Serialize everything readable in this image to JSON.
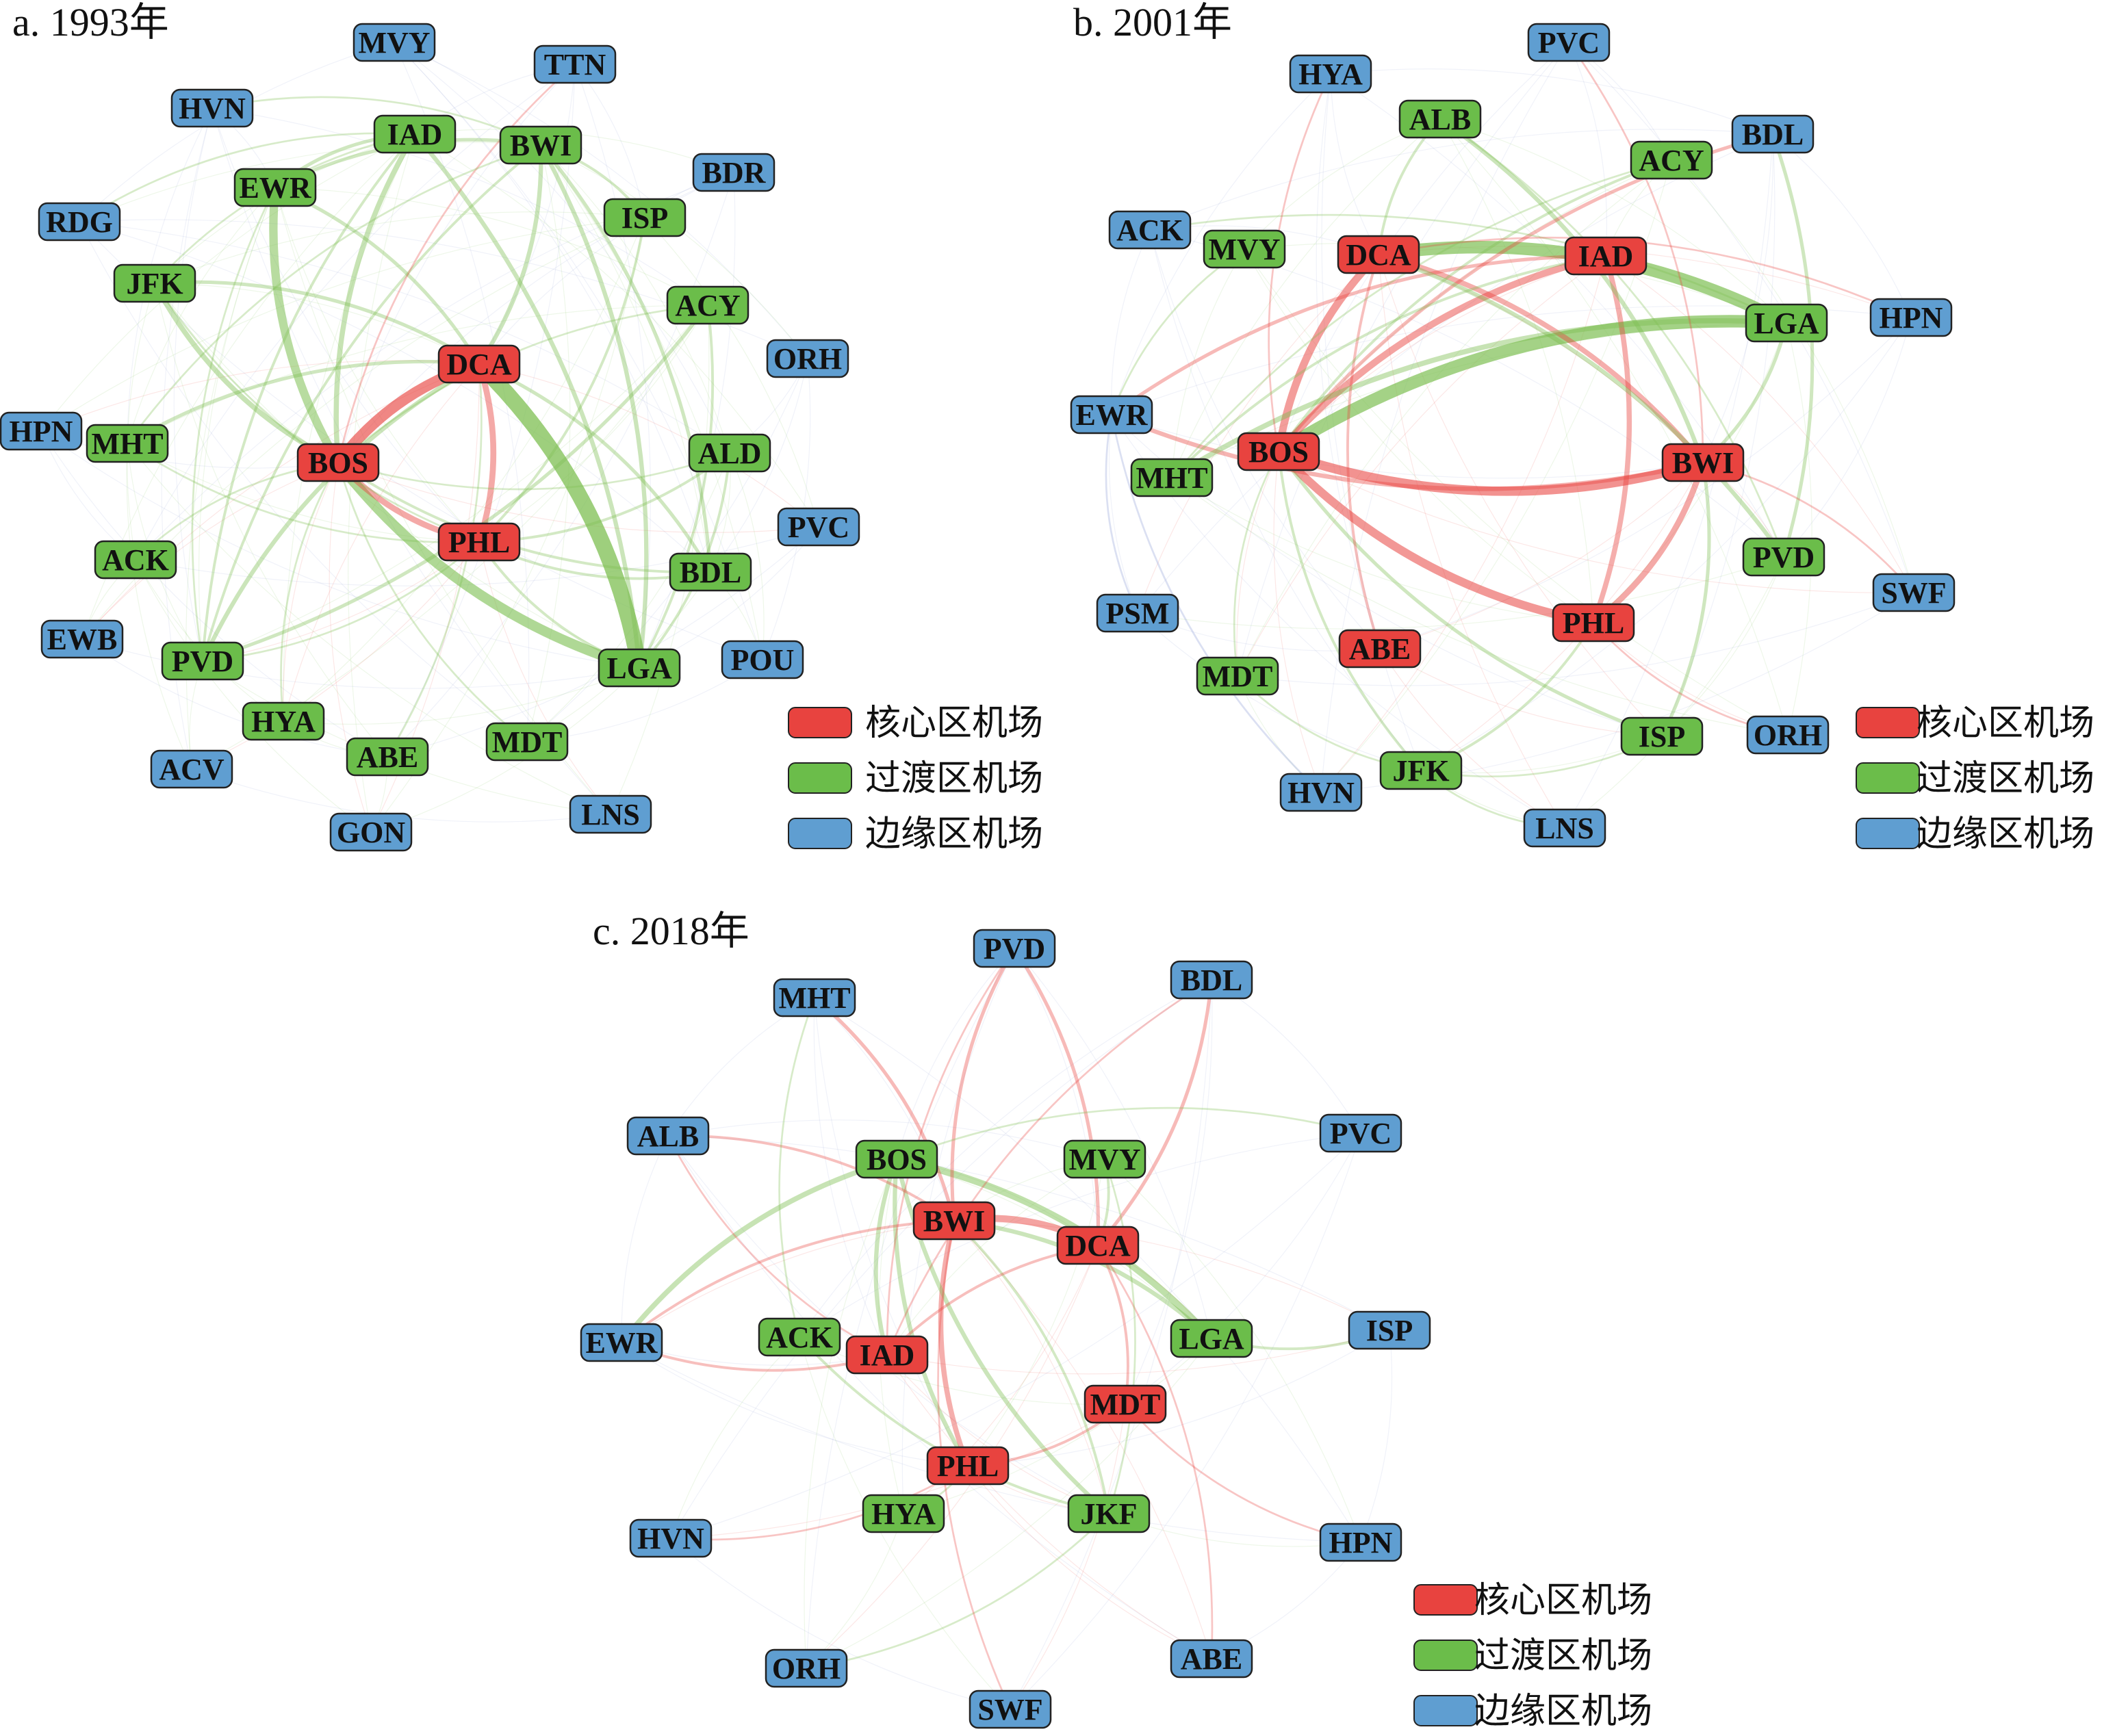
{
  "colors": {
    "core": "#e8433f",
    "transition": "#6bbd4a",
    "edge": "#5f9ed1",
    "edge_core": "#e8433f",
    "edge_transition": "#7dbf52",
    "edge_edge": "#8a9bd4"
  },
  "legend": {
    "core": "核心区机场",
    "transition": "过渡区机场",
    "edge": "边缘区机场"
  },
  "panels": [
    {
      "title": "a. 1993年",
      "nodes": [
        {
          "id": "MVY",
          "group": "edge"
        },
        {
          "id": "TTN",
          "group": "edge"
        },
        {
          "id": "HVN",
          "group": "edge"
        },
        {
          "id": "IAD",
          "group": "transition"
        },
        {
          "id": "BWI",
          "group": "transition"
        },
        {
          "id": "BDR",
          "group": "edge"
        },
        {
          "id": "EWR",
          "group": "transition"
        },
        {
          "id": "ISP",
          "group": "transition"
        },
        {
          "id": "RDG",
          "group": "edge"
        },
        {
          "id": "JFK",
          "group": "transition"
        },
        {
          "id": "ACY",
          "group": "transition"
        },
        {
          "id": "DCA",
          "group": "core"
        },
        {
          "id": "ORH",
          "group": "edge"
        },
        {
          "id": "HPN",
          "group": "edge"
        },
        {
          "id": "MHT",
          "group": "transition"
        },
        {
          "id": "BOS",
          "group": "core"
        },
        {
          "id": "ALD",
          "group": "transition"
        },
        {
          "id": "PVC",
          "group": "edge"
        },
        {
          "id": "PHL",
          "group": "core"
        },
        {
          "id": "ACK",
          "group": "transition"
        },
        {
          "id": "BDL",
          "group": "transition"
        },
        {
          "id": "EWB",
          "group": "edge"
        },
        {
          "id": "PVD",
          "group": "transition"
        },
        {
          "id": "LGA",
          "group": "transition"
        },
        {
          "id": "POU",
          "group": "edge"
        },
        {
          "id": "HYA",
          "group": "transition"
        },
        {
          "id": "ACV",
          "group": "edge"
        },
        {
          "id": "ABE",
          "group": "transition"
        },
        {
          "id": "MDT",
          "group": "transition"
        },
        {
          "id": "GON",
          "group": "edge"
        },
        {
          "id": "LNS",
          "group": "edge"
        }
      ],
      "edges": [
        [
          "DCA",
          "LGA",
          18
        ],
        [
          "BOS",
          "DCA",
          12
        ],
        [
          "BOS",
          "LGA",
          11
        ],
        [
          "EWR",
          "BOS",
          9
        ],
        [
          "BOS",
          "PHL",
          6
        ],
        [
          "DCA",
          "PHL",
          6
        ],
        [
          "JFK",
          "BOS",
          5
        ],
        [
          "IAD",
          "BOS",
          5
        ],
        [
          "BWI",
          "DCA",
          4
        ],
        [
          "IAD",
          "LGA",
          4
        ],
        [
          "BWI",
          "LGA",
          4
        ],
        [
          "PVD",
          "DCA",
          4
        ],
        [
          "PVD",
          "ACY",
          3
        ],
        [
          "EWR",
          "DCA",
          3
        ],
        [
          "BDL",
          "DCA",
          3
        ],
        [
          "EWR",
          "IAD",
          3
        ],
        [
          "BWI",
          "BDL",
          3
        ],
        [
          "JFK",
          "DCA",
          3
        ],
        [
          "MHT",
          "DCA",
          3
        ],
        [
          "EWR",
          "BWI",
          3
        ],
        [
          "PHL",
          "BDL",
          2
        ],
        [
          "PHL",
          "LGA",
          2
        ],
        [
          "ALD",
          "PHL",
          2
        ],
        [
          "BOS",
          "BDL",
          2
        ],
        [
          "ISP",
          "PHL",
          2
        ],
        [
          "HVN",
          "BWI",
          1
        ],
        [
          "RDG",
          "IAD",
          1
        ],
        [
          "JFK",
          "PHL",
          1
        ],
        [
          "ACK",
          "BOS",
          1
        ],
        [
          "HYA",
          "BOS",
          1
        ],
        [
          "ABE",
          "DCA",
          1
        ],
        [
          "MDT",
          "BOS",
          1
        ],
        [
          "PVD",
          "BWI",
          2
        ],
        [
          "PVD",
          "PHL",
          1
        ],
        [
          "ISP",
          "BWI",
          2
        ],
        [
          "ACY",
          "BOS",
          1
        ],
        [
          "ALD",
          "BOS",
          1
        ],
        [
          "MHT",
          "PHL",
          1
        ],
        [
          "TTN",
          "BOS",
          1
        ],
        [
          "JFK",
          "IAD",
          1
        ],
        [
          "LGA",
          "ALD",
          2
        ],
        [
          "LGA",
          "ACY",
          2
        ],
        [
          "EWR",
          "PVD",
          1
        ],
        [
          "BWI",
          "MHT",
          1
        ],
        [
          "IAD",
          "PVD",
          2
        ]
      ]
    },
    {
      "title": "b. 2001年",
      "nodes": [
        {
          "id": "PVC",
          "group": "edge"
        },
        {
          "id": "HYA",
          "group": "edge"
        },
        {
          "id": "ALB",
          "group": "transition"
        },
        {
          "id": "BDL",
          "group": "edge"
        },
        {
          "id": "ACY",
          "group": "transition"
        },
        {
          "id": "ACK",
          "group": "edge"
        },
        {
          "id": "MVY",
          "group": "transition"
        },
        {
          "id": "DCA",
          "group": "core"
        },
        {
          "id": "IAD",
          "group": "core"
        },
        {
          "id": "HPN",
          "group": "edge"
        },
        {
          "id": "LGA",
          "group": "transition"
        },
        {
          "id": "EWR",
          "group": "edge"
        },
        {
          "id": "BOS",
          "group": "core"
        },
        {
          "id": "BWI",
          "group": "core"
        },
        {
          "id": "MHT",
          "group": "transition"
        },
        {
          "id": "PVD",
          "group": "transition"
        },
        {
          "id": "SWF",
          "group": "edge"
        },
        {
          "id": "PSM",
          "group": "edge"
        },
        {
          "id": "PHL",
          "group": "core"
        },
        {
          "id": "ABE",
          "group": "core"
        },
        {
          "id": "MDT",
          "group": "transition"
        },
        {
          "id": "ISP",
          "group": "transition"
        },
        {
          "id": "ORH",
          "group": "edge"
        },
        {
          "id": "JFK",
          "group": "transition"
        },
        {
          "id": "HVN",
          "group": "edge"
        },
        {
          "id": "LNS",
          "group": "edge"
        }
      ],
      "edges": [
        [
          "BOS",
          "LGA",
          14
        ],
        [
          "DCA",
          "LGA",
          14
        ],
        [
          "BOS",
          "BWI",
          10
        ],
        [
          "BOS",
          "PHL",
          9
        ],
        [
          "DCA",
          "BOS",
          8
        ],
        [
          "BOS",
          "IAD",
          7
        ],
        [
          "BWI",
          "PHL",
          6
        ],
        [
          "IAD",
          "PHL",
          5
        ],
        [
          "DCA",
          "BWI",
          5
        ],
        [
          "BOS",
          "ISP",
          3
        ],
        [
          "ALB",
          "BWI",
          4
        ],
        [
          "BDL",
          "PVD",
          3
        ],
        [
          "EWR",
          "BWI",
          4
        ],
        [
          "EWR",
          "IAD",
          3
        ],
        [
          "BDL",
          "BOS",
          3
        ],
        [
          "MHT",
          "LGA",
          5
        ],
        [
          "PVD",
          "DCA",
          4
        ],
        [
          "BWI",
          "LGA",
          3
        ],
        [
          "ISP",
          "BWI",
          3
        ],
        [
          "PHL",
          "JFK",
          2
        ],
        [
          "BOS",
          "JFK",
          2
        ],
        [
          "ABE",
          "DCA",
          2
        ],
        [
          "MDT",
          "BOS",
          1
        ],
        [
          "ACY",
          "BOS",
          2
        ],
        [
          "ALB",
          "DCA",
          2
        ],
        [
          "ACK",
          "LGA",
          1
        ],
        [
          "HVN",
          "EWR",
          1
        ],
        [
          "PSM",
          "EWR",
          1
        ],
        [
          "MVY",
          "EWR",
          1
        ],
        [
          "HPN",
          "DCA",
          1
        ],
        [
          "SWF",
          "BWI",
          1
        ],
        [
          "ORH",
          "PHL",
          1
        ],
        [
          "LNS",
          "JFK",
          1
        ],
        [
          "HYA",
          "BOS",
          1
        ],
        [
          "PVC",
          "BWI",
          1
        ],
        [
          "ISP",
          "JFK",
          1
        ],
        [
          "MDT",
          "JFK",
          1
        ],
        [
          "ACY",
          "MHT",
          1
        ],
        [
          "IAD",
          "MHT",
          2
        ],
        [
          "ALB",
          "PVD",
          1
        ]
      ]
    },
    {
      "title": "c. 2018年",
      "nodes": [
        {
          "id": "PVD",
          "group": "edge"
        },
        {
          "id": "MHT",
          "group": "edge"
        },
        {
          "id": "BDL",
          "group": "edge"
        },
        {
          "id": "ALB",
          "group": "edge"
        },
        {
          "id": "BOS",
          "group": "transition"
        },
        {
          "id": "MVY",
          "group": "transition"
        },
        {
          "id": "PVC",
          "group": "edge"
        },
        {
          "id": "BWI",
          "group": "core"
        },
        {
          "id": "DCA",
          "group": "core"
        },
        {
          "id": "EWR",
          "group": "edge"
        },
        {
          "id": "ACK",
          "group": "transition"
        },
        {
          "id": "IAD",
          "group": "core"
        },
        {
          "id": "LGA",
          "group": "transition"
        },
        {
          "id": "ISP",
          "group": "edge"
        },
        {
          "id": "MDT",
          "group": "core"
        },
        {
          "id": "PHL",
          "group": "core"
        },
        {
          "id": "HYA",
          "group": "transition"
        },
        {
          "id": "JKF",
          "group": "transition"
        },
        {
          "id": "HVN",
          "group": "edge"
        },
        {
          "id": "HPN",
          "group": "edge"
        },
        {
          "id": "ORH",
          "group": "edge"
        },
        {
          "id": "ABE",
          "group": "edge"
        },
        {
          "id": "SWF",
          "group": "edge"
        }
      ],
      "edges": [
        [
          "BOS",
          "LGA",
          7
        ],
        [
          "BWI",
          "DCA",
          7
        ],
        [
          "BOS",
          "EWR",
          5
        ],
        [
          "BWI",
          "PHL",
          5
        ],
        [
          "BOS",
          "JKF",
          4
        ],
        [
          "BWI",
          "LGA",
          4
        ],
        [
          "BOS",
          "PHL",
          4
        ],
        [
          "IAD",
          "BOS",
          4
        ],
        [
          "PVD",
          "BWI",
          3
        ],
        [
          "PVD",
          "DCA",
          3
        ],
        [
          "MHT",
          "BWI",
          3
        ],
        [
          "BDL",
          "DCA",
          3
        ],
        [
          "ALB",
          "BWI",
          2
        ],
        [
          "EWR",
          "IAD",
          2
        ],
        [
          "EWR",
          "BWI",
          2
        ],
        [
          "LGA",
          "ISP",
          2
        ],
        [
          "MDT",
          "PHL",
          2
        ],
        [
          "ACK",
          "JKF",
          2
        ],
        [
          "BWI",
          "JKF",
          2
        ],
        [
          "DCA",
          "MDT",
          2
        ],
        [
          "PHL",
          "HYA",
          1
        ],
        [
          "MDT",
          "HPN",
          1
        ],
        [
          "ORH",
          "JKF",
          1
        ],
        [
          "HVN",
          "PHL",
          1
        ],
        [
          "ABE",
          "DCA",
          1
        ],
        [
          "SWF",
          "BWI",
          1
        ],
        [
          "MVY",
          "JKF",
          1
        ],
        [
          "ALB",
          "IAD",
          1
        ],
        [
          "MHT",
          "ACK",
          1
        ],
        [
          "PVC",
          "BOS",
          1
        ],
        [
          "BDL",
          "IAD",
          1
        ],
        [
          "PVD",
          "IAD",
          1
        ],
        [
          "IAD",
          "DCA",
          2
        ],
        [
          "MVY",
          "DCA",
          2
        ]
      ]
    }
  ]
}
